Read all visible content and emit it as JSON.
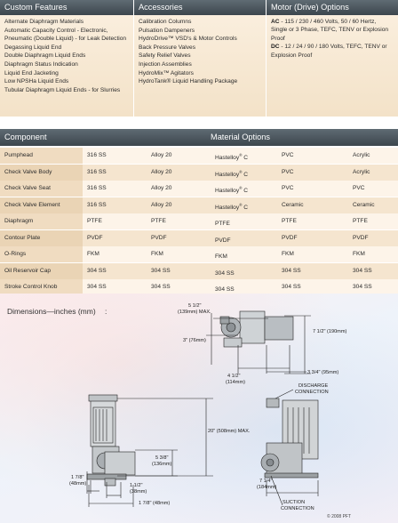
{
  "options": {
    "custom": {
      "title": "Custom Features",
      "items": [
        "Alternate Diaphragm Materials",
        "Automatic Capacity Control - Electronic,",
        "Pneumatic (Double Liquid) - for Leak Detection",
        "Degassing Liquid End",
        "Double Diaphragm Liquid Ends",
        "Diaphragm Status Indication",
        "Liquid End Jacketing",
        "Low NPSHa Liquid Ends",
        "Tubular Diaphragm Liquid Ends - for Slurries"
      ]
    },
    "accessories": {
      "title": "Accessories",
      "items": [
        "Calibration Columns",
        "Pulsation Dampeners",
        "HydroDrive™ VSD's & Motor Controls",
        "Back Pressure Valves",
        "Safety Relief Valves",
        "Injection Assemblies",
        "HydroMix™ Agitators",
        "HydroTank® Liquid Handling Package"
      ]
    },
    "motor": {
      "title": "Motor (Drive) Options",
      "ac_label": "AC",
      "ac_text": " - 115 / 230 / 460 Volts, 50 / 60 Hertz, Single or 3 Phase, TEFC, TENV or Explosion Proof",
      "dc_label": "DC",
      "dc_text": " - 12 / 24 / 90 / 180 Volts, TEFC, TENV or Explosion Proof"
    }
  },
  "materials": {
    "component_header": "Component",
    "options_header": "Material Options",
    "rows": [
      {
        "component": "Pumphead",
        "c1": "316 SS",
        "c2": "Alloy 20",
        "c3": "Hastelloy",
        "c3_mark": "®",
        "c3_suffix": " C",
        "c4": "PVC",
        "c5": "Acrylic"
      },
      {
        "component": "Check Valve Body",
        "c1": "316 SS",
        "c2": "Alloy 20",
        "c3": "Hastelloy",
        "c3_mark": "®",
        "c3_suffix": " C",
        "c4": "PVC",
        "c5": "Acrylic"
      },
      {
        "component": "Check Valve Seat",
        "c1": "316 SS",
        "c2": "Alloy 20",
        "c3": "Hastelloy",
        "c3_mark": "®",
        "c3_suffix": " C",
        "c4": "PVC",
        "c5": "PVC"
      },
      {
        "component": "Check Valve Element",
        "c1": "316 SS",
        "c2": "Alloy 20",
        "c3": "Hastelloy",
        "c3_mark": "®",
        "c3_suffix": " C",
        "c4": "Ceramic",
        "c5": "Ceramic"
      },
      {
        "component": "Diaphragm",
        "c1": "PTFE",
        "c2": "PTFE",
        "c3": "PTFE",
        "c3_mark": "",
        "c3_suffix": "",
        "c4": "PTFE",
        "c5": "PTFE"
      },
      {
        "component": "Contour Plate",
        "c1": "PVDF",
        "c2": "PVDF",
        "c3": "PVDF",
        "c3_mark": "",
        "c3_suffix": "",
        "c4": "PVDF",
        "c5": "PVDF"
      },
      {
        "component": "O-Rings",
        "c1": "FKM",
        "c2": "FKM",
        "c3": "FKM",
        "c3_mark": "",
        "c3_suffix": "",
        "c4": "FKM",
        "c5": "FKM"
      },
      {
        "component": "Oil Reservoir Cap",
        "c1": "304 SS",
        "c2": "304 SS",
        "c3": "304 SS",
        "c3_mark": "",
        "c3_suffix": "",
        "c4": "304 SS",
        "c5": "304 SS"
      },
      {
        "component": "Stroke Control Knob",
        "c1": "304 SS",
        "c2": "304 SS",
        "c3": "304 SS",
        "c3_mark": "",
        "c3_suffix": "",
        "c4": "304 SS",
        "c5": "304 SS"
      }
    ]
  },
  "dimensions": {
    "title": "Dimensions—inches (mm)",
    "colon": ":",
    "labels": {
      "d1": "5 1/2\"",
      "d1mm": "(139mm) MAX.",
      "d2": "3\" (76mm)",
      "d3": "7 1/2\" (190mm)",
      "d4": "4 1/2\"",
      "d4mm": "(114mm)",
      "d5": "3 3/4\" (95mm)",
      "discharge1": "DISCHARGE",
      "discharge2": "CONNECTION",
      "d6": "20\" (508mm) MAX.",
      "d7": "5 3/8\"",
      "d7mm": "(136mm)",
      "d8": "1 7/8\"",
      "d8mm": "(48mm)",
      "d9": "1 1/2\"",
      "d9mm": "(38mm)",
      "d10": "1 7/8\" (48mm)",
      "d11": "7 1/4\"",
      "d11mm": "(184mm)",
      "suction1": "SUCTION",
      "suction2": "CONNECTION"
    },
    "copyright": "© 2008 PFT"
  }
}
